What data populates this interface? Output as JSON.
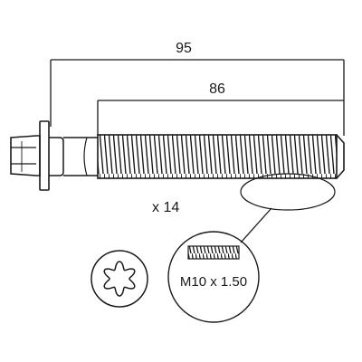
{
  "dimensions": {
    "overall_length": "95",
    "thread_length": "86"
  },
  "quantity": "x 14",
  "thread_spec": "M10 x 1.50",
  "icons": {
    "bolt": "bolt-side-view-icon",
    "torx": "torx-drive-icon",
    "thread_detail": "thread-detail-icon"
  },
  "colors": {
    "line": "#1a1a1a",
    "background": "#ffffff"
  }
}
